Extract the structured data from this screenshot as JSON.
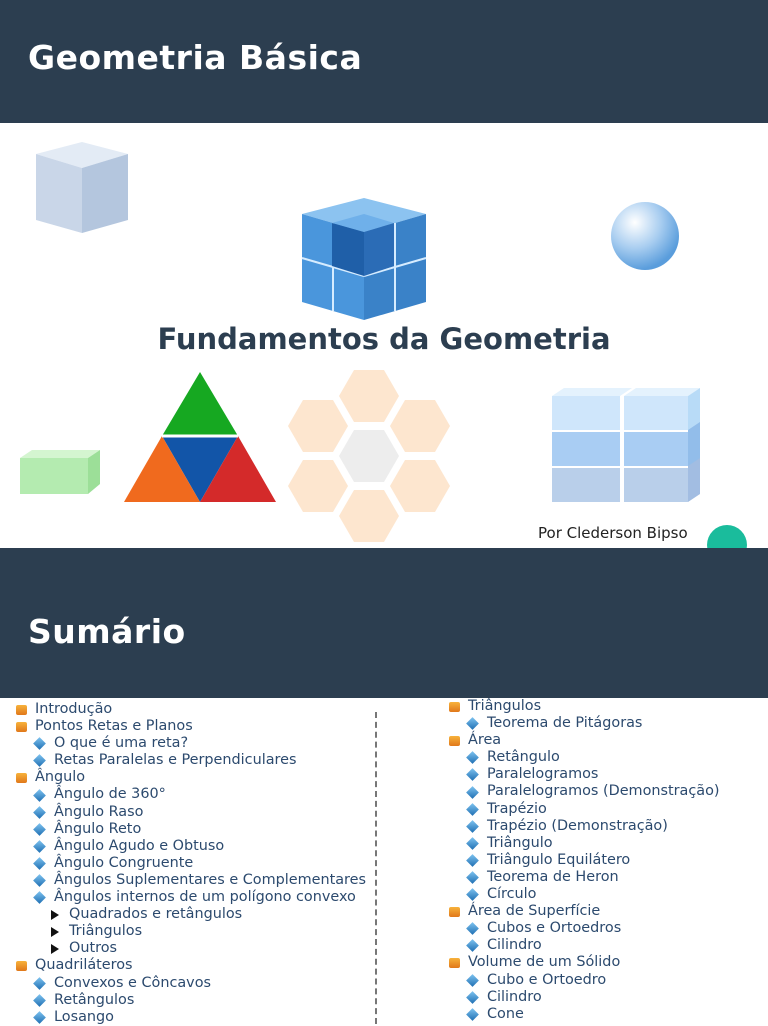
{
  "slide1": {
    "title": "Geometria Básica",
    "subtitle": "Fundamentos da Geometria",
    "author": "Por Clederson Bipso"
  },
  "slide2": {
    "title": "Sumário",
    "toc_left": [
      {
        "level": 1,
        "text": "Introdução"
      },
      {
        "level": 1,
        "text": "Pontos Retas e Planos"
      },
      {
        "level": 2,
        "text": "O que é uma reta?"
      },
      {
        "level": 2,
        "text": "Retas Paralelas e Perpendiculares"
      },
      {
        "level": 1,
        "text": "Ângulo"
      },
      {
        "level": 2,
        "text": "Ângulo de 360°"
      },
      {
        "level": 2,
        "text": "Ângulo Raso"
      },
      {
        "level": 2,
        "text": "Ângulo Reto"
      },
      {
        "level": 2,
        "text": "Ângulo Agudo e Obtuso"
      },
      {
        "level": 2,
        "text": "Ângulo Congruente"
      },
      {
        "level": 2,
        "text": "Ângulos Suplementares e Complementares"
      },
      {
        "level": 2,
        "text": "Ângulos internos de um polígono convexo"
      },
      {
        "level": 3,
        "text": "Quadrados e retângulos"
      },
      {
        "level": 3,
        "text": "Triângulos"
      },
      {
        "level": 3,
        "text": "Outros"
      },
      {
        "level": 1,
        "text": "Quadriláteros"
      },
      {
        "level": 2,
        "text": "Convexos e Côncavos"
      },
      {
        "level": 2,
        "text": "Retângulos"
      },
      {
        "level": 2,
        "text": "Losango"
      }
    ],
    "toc_right": [
      {
        "level": 1,
        "text": "Triângulos"
      },
      {
        "level": 2,
        "text": "Teorema de Pitágoras"
      },
      {
        "level": 1,
        "text": "Área"
      },
      {
        "level": 2,
        "text": "Retângulo"
      },
      {
        "level": 2,
        "text": "Paralelogramos"
      },
      {
        "level": 2,
        "text": "Paralelogramos (Demonstração)"
      },
      {
        "level": 2,
        "text": "Trapézio"
      },
      {
        "level": 2,
        "text": "Trapézio (Demonstração)"
      },
      {
        "level": 2,
        "text": "Triângulo"
      },
      {
        "level": 2,
        "text": "Triângulo Equilátero"
      },
      {
        "level": 2,
        "text": "Teorema de Heron"
      },
      {
        "level": 2,
        "text": "Círculo"
      },
      {
        "level": 1,
        "text": "Área de Superfície"
      },
      {
        "level": 2,
        "text": "Cubos e Ortoedros"
      },
      {
        "level": 2,
        "text": "Cilindro"
      },
      {
        "level": 1,
        "text": "Volume de um Sólido"
      },
      {
        "level": 2,
        "text": "Cubo e Ortoedro"
      },
      {
        "level": 2,
        "text": "Cilindro"
      },
      {
        "level": 2,
        "text": "Cone"
      }
    ]
  },
  "colors": {
    "header_bg": "#2c3e50",
    "accent_teal": "#1abc9c",
    "toc_text": "#2c4a6e"
  }
}
